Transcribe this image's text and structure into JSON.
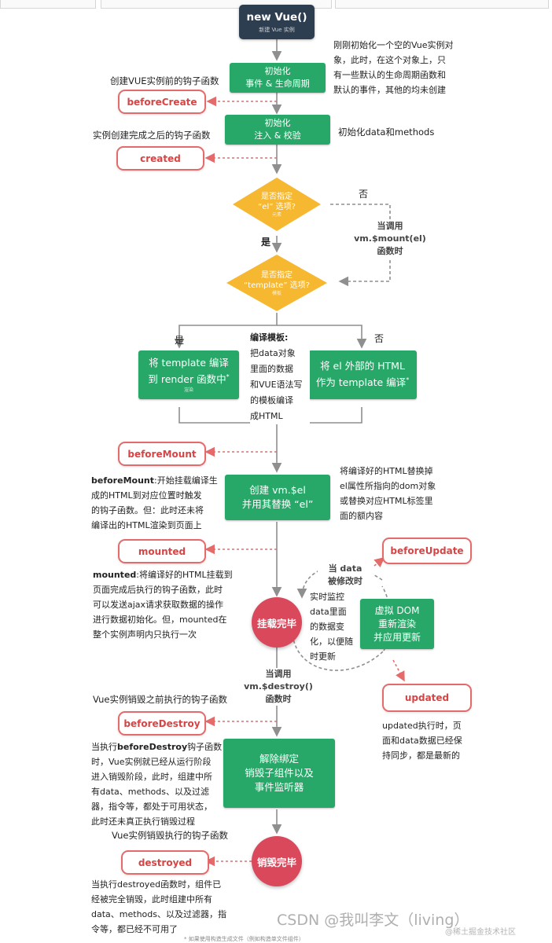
{
  "nodes": {
    "new_vue": {
      "title": "new Vue()",
      "sub": "新建 Vue 实例"
    },
    "init_events": {
      "line1": "初始化",
      "line2": "事件 & 生命周期"
    },
    "init_injections": {
      "line1": "初始化",
      "line2": "注入 & 校验"
    },
    "decision_el": {
      "line1": "是否指定",
      "line2": "“el” 选项?",
      "tiny": "元素"
    },
    "decision_template": {
      "line1": "是否指定",
      "line2": "“template” 选项?",
      "tiny": "模板"
    },
    "compile_render": {
      "line1": "将 template 编译",
      "line2": "到 render 函数中",
      "star": "*",
      "tiny": "渲染"
    },
    "compile_outer": {
      "line1": "将 el 外部的 HTML",
      "line2": "作为 template 编译",
      "star": "*"
    },
    "create_el": {
      "line1": "创建  vm.$el",
      "line2": "并用其替换 “el”"
    },
    "mounted_state": {
      "label": "挂载完毕"
    },
    "virtual_dom": {
      "line1": "虚拟 DOM",
      "line2": "重新渲染",
      "line3": "并应用更新"
    },
    "teardown": {
      "line1": "解除绑定",
      "line2": "销毁子组件以及",
      "line3": "事件监听器"
    },
    "destroyed_state": {
      "label": "销毁完毕"
    }
  },
  "hooks": {
    "beforeCreate": "beforeCreate",
    "created": "created",
    "beforeMount": "beforeMount",
    "mounted": "mounted",
    "beforeUpdate": "beforeUpdate",
    "updated": "updated",
    "beforeDestroy": "beforeDestroy",
    "destroyed": "destroyed"
  },
  "labels": {
    "no_el": "否",
    "yes_el": "是",
    "when_mount": [
      "当调用",
      "vm.$mount(el)",
      "函数时"
    ],
    "yes_template": "是",
    "no_template": "否",
    "when_data": [
      "当 data",
      "被修改时"
    ],
    "when_destroy": [
      "当调用",
      "vm.$destroy()",
      "函数时"
    ]
  },
  "notes": {
    "new_vue_desc": [
      "刚刚初始化一个空的Vue实例对",
      "象，此时，在这个对象上，只",
      "有一些默认的生命周期函数和",
      "默认的事件，其他的均未创建"
    ],
    "before_create_desc": "创建VUE实例前的钩子函数",
    "init_data_desc": "初始化data和methods",
    "created_desc": "实例创建完成之后的钩子函数",
    "compile_title": "编译模板:",
    "compile_lines": [
      "把data对象",
      "里面的数据",
      "和VUE语法写",
      "的模板编译",
      "成HTML"
    ],
    "before_mount_bold": "beforeMount",
    "before_mount_desc": [
      ":开始挂载编译生",
      "成的HTML到对应位置时触发",
      "的钩子函数。但：此时还未将",
      "编译出的HTML渲染到页面上"
    ],
    "replace_desc": [
      "将编译好的HTML替换掉",
      "el属性所指向的dom对象",
      "或替换对应HTML标签里",
      "面的额内容"
    ],
    "mounted_bold": "mounted",
    "mounted_desc": [
      ":将编译好的HTML挂载到",
      "页面完成后执行的钩子函数，此时",
      "可以发送ajax请求获取数据的操作",
      "进行数据初始化。但，mounted在",
      "整个实例声明内只执行一次"
    ],
    "watch_desc": [
      "实时监控",
      "data里面",
      "的数据变",
      "化，以便随",
      "时更新"
    ],
    "updated_desc": [
      "updated执行时，页",
      "面和data数据已经保",
      "持同步，都是最新的"
    ],
    "before_destroy_title": "Vue实例销毁之前执行的钩子函数",
    "before_destroy_prefix": "当执行",
    "before_destroy_bold": "beforeDestroy",
    "before_destroy_desc": [
      "钩子函数",
      "时，Vue实例就已经从运行阶段",
      "进入销毁阶段，此时，组建中所",
      "有data、methods、以及过滤",
      "器，指令等，都处于可用状态，",
      "此时还未真正执行销毁过程"
    ],
    "destroyed_title": "Vue实例销毁执行的钩子函数",
    "destroyed_desc": [
      "当执行destroyed函数时，组件已",
      "经被完全销毁，此时组建中所有",
      "data、methods、以及过滤器，指",
      "令等，都已经不可用了"
    ]
  },
  "footer": {
    "note": "* 如果使用构造生成文件（例如构造单文件组件）",
    "watermark_csdn": "CSDN @我叫李文（living）",
    "watermark_juejin": "@稀土掘金技术社区"
  },
  "colors": {
    "green": "#27a868",
    "hook_red": "#e56a6a",
    "decision": "#f6b731",
    "state_red": "#d9485b",
    "navy": "#2d3e50",
    "line": "#8f8f8f"
  }
}
